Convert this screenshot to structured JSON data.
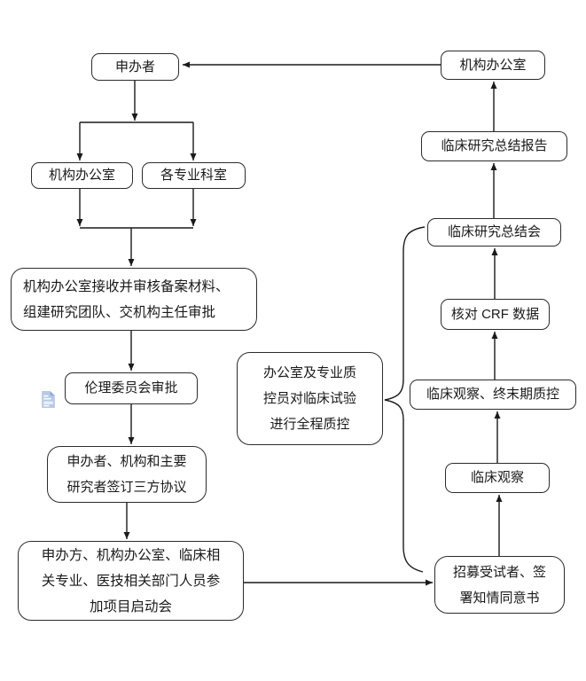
{
  "colors": {
    "line": "#1a1a1a",
    "box_border": "#2b2b2b",
    "box_background": "#ffffff",
    "text": "#1a1a1a",
    "anchor_icon_blue": "#b7c9e8",
    "page_background": "#ffffff"
  },
  "icons": {
    "document_icon": "light-blue document/anchor glyph beside ethics box"
  },
  "nodes": {
    "sponsor": {
      "label": "申办者"
    },
    "office_top_right": {
      "label": "机构办公室"
    },
    "office_left": {
      "label": "机构办公室"
    },
    "departments": {
      "label": "各专业科室"
    },
    "big_review": {
      "label": "机构办公室接收并审核备案材料、\n组建研究团队、交机构主任审批"
    },
    "ethics": {
      "label": "伦理委员会审批"
    },
    "qc": {
      "label": "办公室及专业质\n控员对临床试验\n进行全程质控"
    },
    "tri_agreement": {
      "label": "申办者、机构和主要\n研究者签订三方协议"
    },
    "kickoff": {
      "label": "申办方、机构办公室、临床相\n关专业、医技相关部门人员参\n加项目启动会"
    },
    "summary_report": {
      "label": "临床研究总结报告"
    },
    "summary_meeting": {
      "label": "临床研究总结会"
    },
    "crf_check": {
      "label": "核对 CRF 数据"
    },
    "endstage_qc": {
      "label": "临床观察、终末期质控"
    },
    "observation": {
      "label": "临床观察"
    },
    "recruit": {
      "label": "招募受试者、签\n署知情同意书"
    }
  },
  "edges": [
    {
      "from": "office_top_right",
      "to": "sponsor",
      "style": "arrow-left"
    },
    {
      "from": "sponsor",
      "to": "office_left",
      "style": "arrow-down-split"
    },
    {
      "from": "sponsor",
      "to": "departments",
      "style": "arrow-down-split"
    },
    {
      "from": "office_left",
      "to": "big_review",
      "style": "arrow-down-merge"
    },
    {
      "from": "departments",
      "to": "big_review",
      "style": "arrow-down-merge"
    },
    {
      "from": "big_review",
      "to": "ethics",
      "style": "arrow-down"
    },
    {
      "from": "ethics",
      "to": "tri_agreement",
      "style": "arrow-down"
    },
    {
      "from": "tri_agreement",
      "to": "kickoff",
      "style": "arrow-down"
    },
    {
      "from": "kickoff",
      "to": "recruit",
      "style": "arrow-right"
    },
    {
      "from": "recruit",
      "to": "observation",
      "style": "arrow-up"
    },
    {
      "from": "observation",
      "to": "endstage_qc",
      "style": "arrow-up"
    },
    {
      "from": "endstage_qc",
      "to": "crf_check",
      "style": "arrow-up"
    },
    {
      "from": "crf_check",
      "to": "summary_meeting",
      "style": "arrow-up"
    },
    {
      "from": "summary_meeting",
      "to": "summary_report",
      "style": "arrow-up"
    },
    {
      "from": "summary_report",
      "to": "office_top_right",
      "style": "arrow-up"
    },
    {
      "from": "qc",
      "to": "right-column (recruit…summary_meeting)",
      "style": "curly-brace"
    }
  ]
}
